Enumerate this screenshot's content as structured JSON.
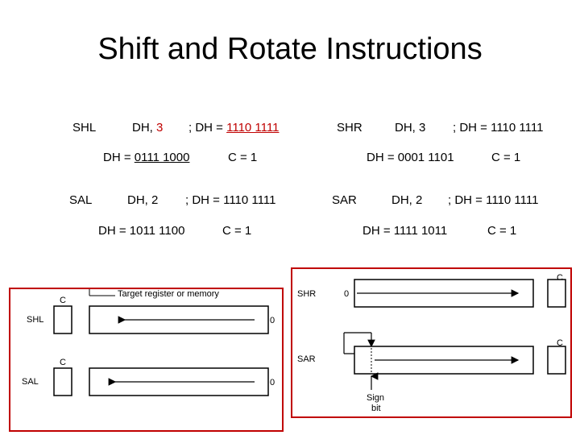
{
  "title": "Shift and Rotate Instructions",
  "shl": {
    "mnemonic": "SHL",
    "operand_reg": "DH,",
    "operand_count": "3",
    "comment_prefix": "; DH = ",
    "comment_value": "1110 1111",
    "result_prefix": "DH = ",
    "result_value": "0111 1000",
    "carry": "C = 1"
  },
  "shr": {
    "mnemonic": "SHR",
    "operand": "DH, 3",
    "comment": "; DH = 1110 1111",
    "result": "DH = 0001 1101",
    "carry": "C = 1"
  },
  "sal": {
    "mnemonic": "SAL",
    "operand": "DH, 2",
    "comment": "; DH = 1110 1111",
    "result": "DH = 1011 1100",
    "carry": "C = 1"
  },
  "sar": {
    "mnemonic": "SAR",
    "operand": "DH, 2",
    "comment": "; DH = 1110 1111",
    "result": "DH = 1111 1011",
    "carry": "C = 1"
  },
  "diagram_left": {
    "header": "Target register or memory",
    "shl_label": "SHL",
    "sal_label": "SAL",
    "carry_label": "C",
    "zero": "0"
  },
  "diagram_right": {
    "shr_label": "SHR",
    "sar_label": "SAR",
    "carry_label": "C",
    "zero": "0",
    "sign_label": "Sign",
    "bit_label": "bit"
  },
  "colors": {
    "accent_red": "#c00000",
    "border_red": "#c00000"
  }
}
